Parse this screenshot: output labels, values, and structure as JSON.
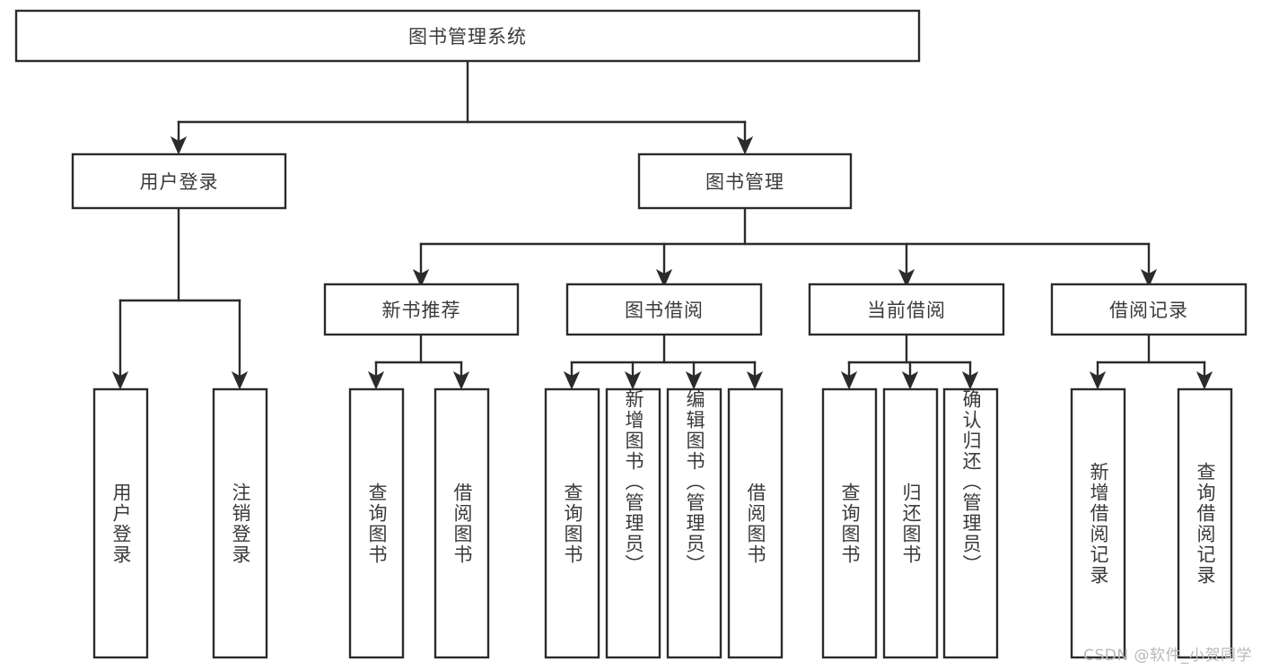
{
  "diagram": {
    "title": "图书管理系统",
    "type": "tree-hierarchy-chart",
    "colors": {
      "stroke": "#2b2b2b",
      "fill": "#ffffff",
      "text": "#3a3a3a",
      "watermark": "#b9b9b9"
    },
    "root": {
      "label": "图书管理系统"
    },
    "level2": [
      {
        "label": "用户登录"
      },
      {
        "label": "图书管理"
      }
    ],
    "level3": [
      {
        "label": "新书推荐"
      },
      {
        "label": "图书借阅"
      },
      {
        "label": "当前借阅"
      },
      {
        "label": "借阅记录"
      }
    ],
    "leaves": {
      "user_login": [
        {
          "label": "用户登录"
        },
        {
          "label": "注销登录"
        }
      ],
      "new_book_recommend": [
        {
          "label": "查询图书"
        },
        {
          "label": "借阅图书"
        }
      ],
      "book_borrow": [
        {
          "label": "查询图书"
        },
        {
          "label": "新增图书（管理员）"
        },
        {
          "label": "编辑图书（管理员）"
        },
        {
          "label": "借阅图书"
        }
      ],
      "current_borrow": [
        {
          "label": "查询图书"
        },
        {
          "label": "归还图书"
        },
        {
          "label": "确认归还（管理员）"
        }
      ],
      "borrow_record": [
        {
          "label": "新增借阅记录"
        },
        {
          "label": "查询借阅记录"
        }
      ]
    }
  },
  "watermark": {
    "text": "CSDN @软件_小贺同学"
  }
}
